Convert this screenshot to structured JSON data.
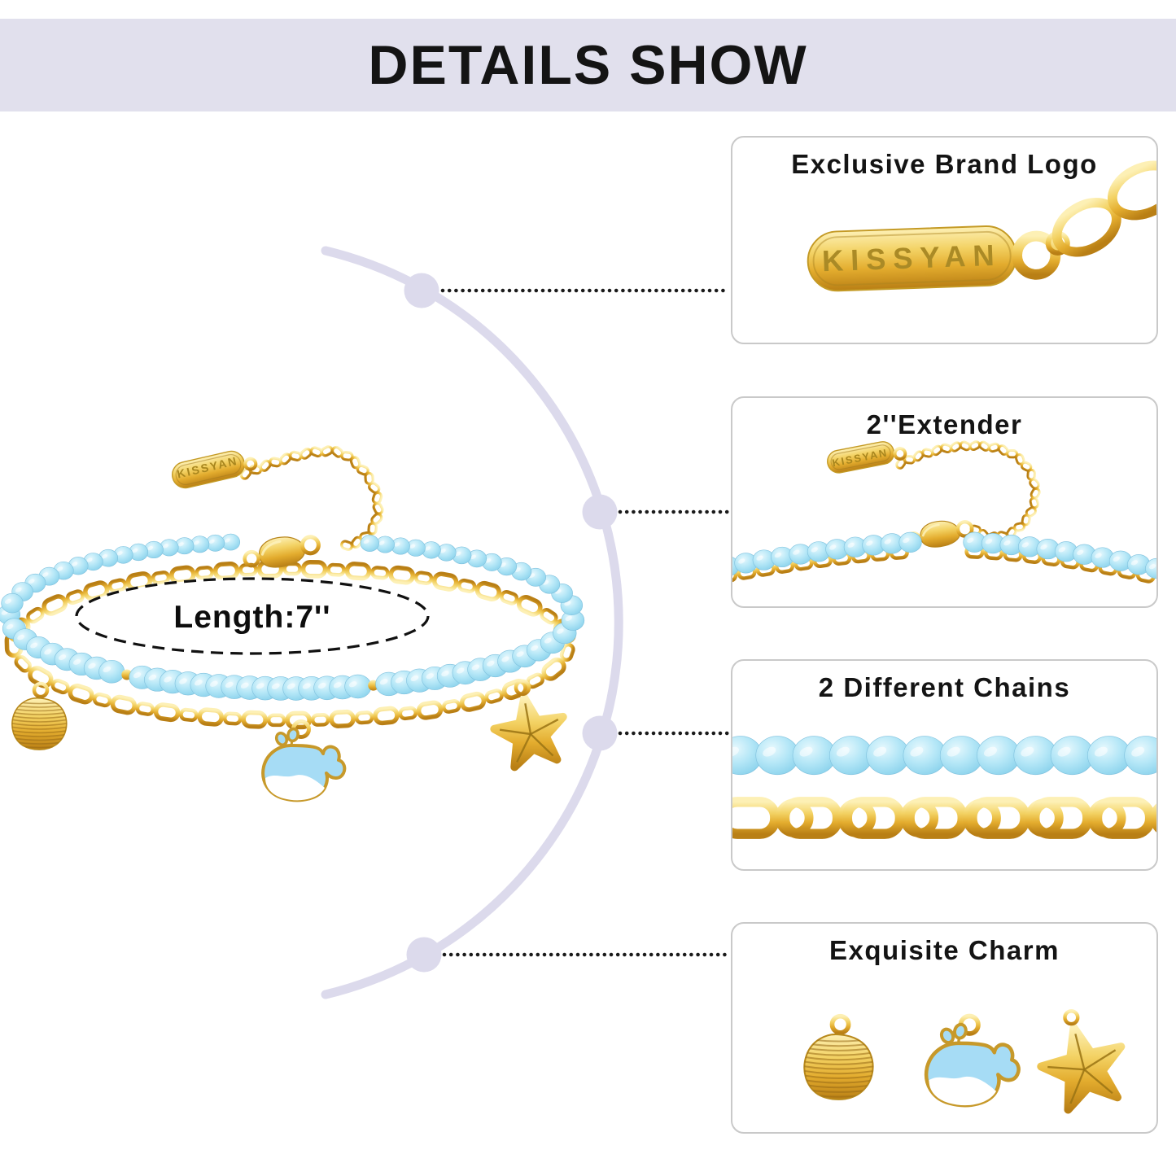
{
  "header": {
    "title": "DETAILS SHOW"
  },
  "product": {
    "brand": "KISSYAN",
    "length_label": "Length:7''",
    "description": "layered bracelet with blue crystal bead strand and gold paperclip chain"
  },
  "callouts": [
    {
      "title": "Exclusive Brand Logo",
      "tag_text": "KISSYAN"
    },
    {
      "title": "2''Extender",
      "tag_text": "KISSYAN"
    },
    {
      "title": "2 Different Chains"
    },
    {
      "title": "Exquisite Charm",
      "charms": [
        "shell",
        "whale",
        "starfish"
      ]
    }
  ],
  "colors": {
    "header_bg": "#e1e0ed",
    "arc": "#dcdaec",
    "dotted_line": "#1a1a1a",
    "gold": "#e8b63a",
    "gold_dark": "#b8861d",
    "bead_blue": "#a9dff2",
    "whale_blue": "#a6dcf5",
    "panel_border": "#c9c9c9",
    "text": "#141414"
  }
}
